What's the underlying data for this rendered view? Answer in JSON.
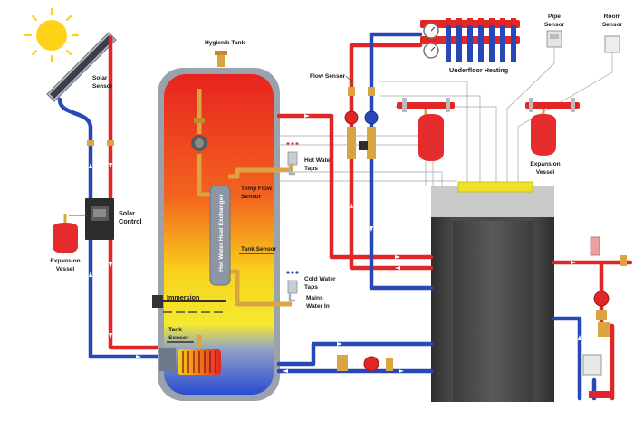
{
  "labels": {
    "hygienic_tank": "Hygienik Tank",
    "solar_sensor": [
      "Solar",
      "Sensor"
    ],
    "solar_control": [
      "Solar",
      "Control"
    ],
    "expansion_vessel_left": [
      "Expansion",
      "Vessel"
    ],
    "flow_sensor": "Flow Sensor",
    "underfloor_heating": "Underfloor Heating",
    "pipe_sensor": [
      "Pipe",
      "Sensor"
    ],
    "room_sensor": [
      "Room",
      "Sensor"
    ],
    "hot_water_taps": [
      "Hot Water",
      "Taps"
    ],
    "temp_flow_sensor": [
      "Temp Flow",
      "Sensor"
    ],
    "hot_water_heat_exchanger": "Hot Water Heat Exchanger",
    "tank_sensor_right": "Tank Sensor",
    "cold_water_taps": [
      "Cold Water",
      "Taps"
    ],
    "mains_water_in": [
      "Mains",
      "Water In"
    ],
    "immersion": "Immersion",
    "tank_sensor_left": [
      "Tank",
      "Sensor"
    ],
    "expansion_vessel_right": [
      "Expansion",
      "Vessel"
    ]
  },
  "colors": {
    "hot_pipe": "#e02626",
    "cold_pipe": "#2848b8",
    "brass": "#d9a441",
    "vessel": "#e52b2b",
    "boiler_body": "#3a3a3a",
    "boiler_top": "#c9c9c9",
    "boiler_panel": "#f2e12a",
    "sun": "#ffd21a"
  }
}
